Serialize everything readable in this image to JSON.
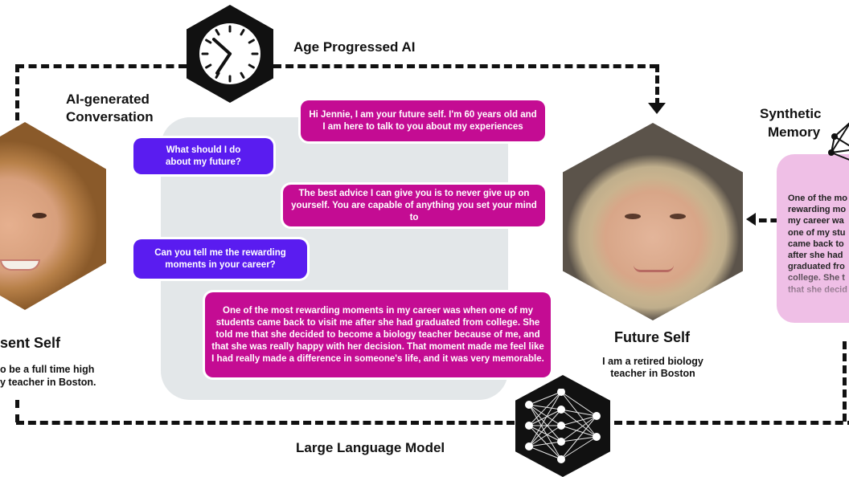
{
  "labels": {
    "age_progressed": "Age Progressed AI",
    "conversation_line1": "AI-generated",
    "conversation_line2": "Conversation",
    "synthetic_line1": "Synthetic",
    "synthetic_line2": "Memory",
    "llm": "Large Language Model"
  },
  "present_self": {
    "title": "sent Self",
    "desc_line1": "o be a full time high",
    "desc_line2": "y teacher in Boston."
  },
  "future_self": {
    "title": "Future Self",
    "desc_line1": "I am a retired biology",
    "desc_line2": "teacher in Boston"
  },
  "conversation": [
    {
      "role": "ai",
      "text": "Hi Jennie, I am your future self. I'm 60 years old and I am here to talk to you about my experiences"
    },
    {
      "role": "user",
      "text": "What should I do about my future?"
    },
    {
      "role": "ai",
      "text": "The best advice I can give you is to never give up on yourself. You are capable of anything you set your mind to"
    },
    {
      "role": "user",
      "text": "Can you tell me the rewarding moments in your career?"
    },
    {
      "role": "ai",
      "text": "One of the most rewarding moments in my career was when one of my students came back to visit me after she had graduated from college. She told me that she decided to become a biology teacher because of me, and that she was really happy with her decision. That moment made me feel like I had really made a difference in someone's life, and it was very memorable."
    }
  ],
  "memory_card": {
    "text": "One of the mo\nrewarding mo\nmy career wa\none of my stu\ncame back to\nafter she had\ngraduated fro\ncollege. She t\nthat she decid"
  },
  "icons": {
    "clock": "clock-icon",
    "network": "neural-network-icon",
    "graph": "graph-nodes-icon"
  },
  "colors": {
    "user_bubble": "#5a1cf0",
    "ai_bubble": "#c40c93",
    "panel": "#e3e7e9",
    "memory_card": "#efbfe6"
  }
}
